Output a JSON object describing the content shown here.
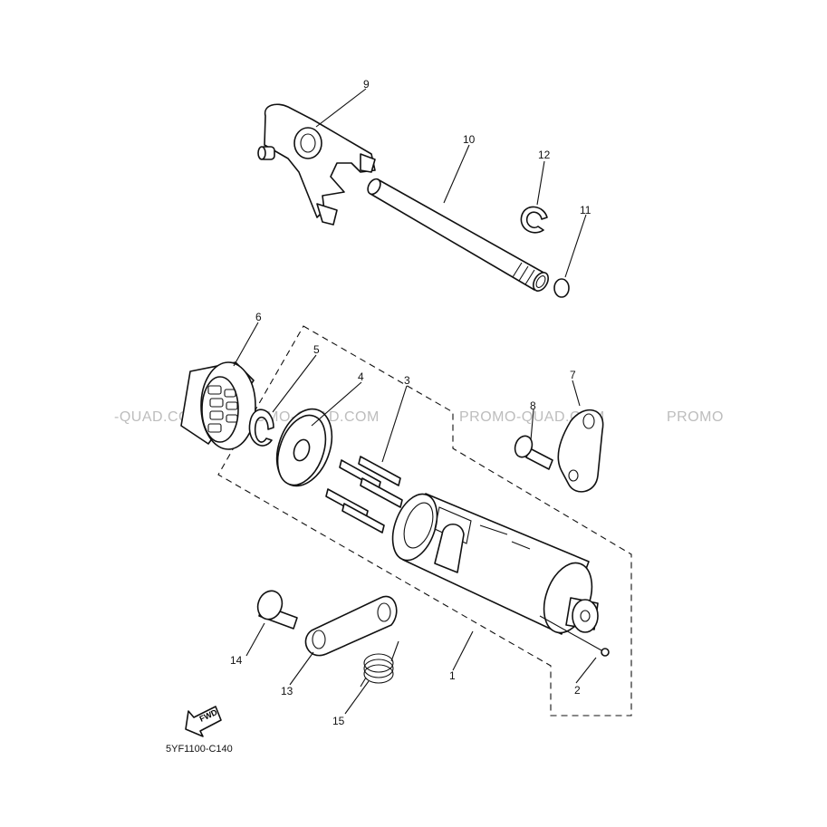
{
  "watermarks": [
    "-QUAD.COM",
    "PROMO-QUAD.COM",
    "PROMO-QUAD.COM",
    "PROMO"
  ],
  "callouts": [
    "1",
    "2",
    "3",
    "4",
    "5",
    "6",
    "7",
    "8",
    "9",
    "10",
    "11",
    "12",
    "13",
    "14",
    "15"
  ],
  "fwd_label": "FWD",
  "diagram_code": "5YF1100-C140",
  "colors": {
    "line": "#111111",
    "watermark": "#bdbdbd",
    "background": "#ffffff"
  }
}
